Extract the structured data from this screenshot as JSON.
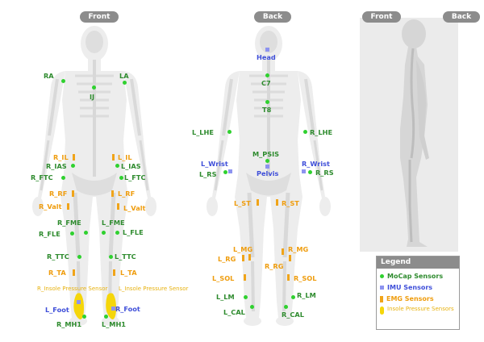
{
  "views": {
    "front": "Front",
    "back": "Back",
    "side_front": "Front",
    "side_back": "Back"
  },
  "front": {
    "mocap": [
      "RA",
      "LA",
      "IJ",
      "R_IAS",
      "L_IAS",
      "R_FTC",
      "L_FTC",
      "R_FME",
      "L_FME",
      "R_FLE",
      "L_FLE",
      "R_TTC",
      "L_TTC",
      "R_MH1",
      "L_MH1"
    ],
    "emg": [
      "R_IL",
      "L_IL",
      "R_RF",
      "L_RF",
      "R_Valt",
      "L_Valt",
      "R_TA",
      "L_TA"
    ],
    "imu": [
      "L_Foot",
      "R_Foot"
    ],
    "insole": [
      "R_Insole Pressure Sensor",
      "L_Insole Pressure Sensor"
    ]
  },
  "back": {
    "mocap": [
      "C7",
      "T8",
      "L_LHE",
      "R_LHE",
      "M_PSIS",
      "L_RS",
      "R_RS",
      "L_LM",
      "R_LM",
      "L_CAL",
      "R_CAL"
    ],
    "emg": [
      "L_ST",
      "R_ST",
      "L_MG",
      "R_MG",
      "L_RG",
      "R_RG",
      "L_SOL",
      "R_SOL"
    ],
    "imu": [
      "Head",
      "L_Wrist",
      "R_Wrist",
      "Pelvis"
    ]
  },
  "legend": {
    "title": "Legend",
    "items": [
      {
        "label": "MoCap Sensors",
        "color": "#2e8b2e",
        "marker": "green-dot"
      },
      {
        "label": "IMU Sensors",
        "color": "#3f4fd9",
        "marker": "blue-square"
      },
      {
        "label": "EMG Sensors",
        "color": "#ef9d0f",
        "marker": "orange-bar"
      },
      {
        "label": "Insole Pressure Sensors",
        "color": "#e7b210",
        "marker": "yellow-insole"
      }
    ]
  },
  "colors": {
    "mocap_text": "#2e8b2e",
    "mocap_marker": "#2fd12f",
    "emg": "#f0a419",
    "imu_text": "#3f4fd9",
    "imu_marker": "#8d93f0",
    "insole": "#f5d200",
    "skeleton": "#e6e6e6",
    "silhouette": "#ececec"
  }
}
